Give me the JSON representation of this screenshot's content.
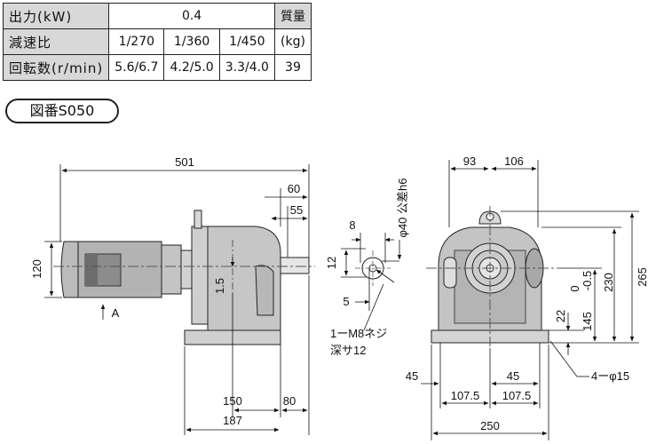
{
  "spec_table": {
    "output_label": "出力(kW)",
    "output_value": "0.4",
    "mass_header": "質量",
    "ratio_label": "減速比",
    "ratios": [
      "1/270",
      "1/360",
      "1/450"
    ],
    "mass_unit": "(kg)",
    "speed_label": "回転数(r/min)",
    "speeds": [
      "5.6/6.7",
      "4.2/5.0",
      "3.3/4.0"
    ],
    "mass_value": "39"
  },
  "figure_label": "図番S050",
  "dimensions": {
    "overall_length": "501",
    "shaft_60": "60",
    "shaft_55": "55",
    "height_120": "120",
    "offset_1_5": "1.5",
    "arrow_label": "A",
    "base_150": "150",
    "base_80": "80",
    "base_187": "187",
    "key_8": "8",
    "key_12": "12",
    "key_5": "5",
    "shaft_dia": "φ40 公差h6",
    "tap_note": "1ーM8ネジ",
    "tap_depth": "深サ12",
    "front_93": "93",
    "front_106": "106",
    "front_265": "265",
    "front_230": "230",
    "front_tol": "0\n-0.5",
    "front_tol_0": "0",
    "front_tol_minus": "-0.5",
    "front_145": "145",
    "front_22": "22",
    "front_45_left": "45",
    "front_45_right": "45",
    "front_107_5_left": "107.5",
    "front_107_5_right": "107.5",
    "front_250": "250",
    "holes_note": "4ーφ15"
  }
}
